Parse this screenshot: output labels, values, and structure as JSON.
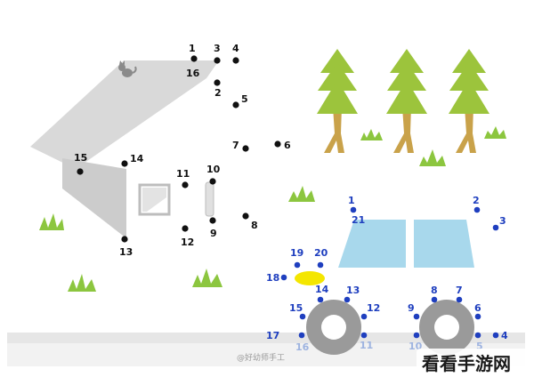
{
  "house": {
    "dot_labels": [
      "1",
      "3",
      "4",
      "16",
      "2",
      "5",
      "7",
      "6",
      "15",
      "14",
      "11",
      "10",
      "12",
      "9",
      "8",
      "13"
    ]
  },
  "car": {
    "dot_labels": [
      "1",
      "21",
      "2",
      "3",
      "19",
      "20",
      "18",
      "14",
      "13",
      "15",
      "12",
      "17",
      "16",
      "11",
      "8",
      "7",
      "9",
      "6",
      "10",
      "5",
      "4"
    ],
    "faint_labels": [
      "16",
      "11",
      "10",
      "5"
    ]
  },
  "decor": {
    "trees": [
      "tree",
      "tree",
      "tree"
    ],
    "icons": [
      "cat-icon",
      "grass-icon"
    ]
  },
  "colors": {
    "roof": "#d9d9d9",
    "wall_side": "#cfcfcf",
    "window_glass": "#a8d8ec",
    "headlight": "#f4e600",
    "tire": "#9a9a9a",
    "tree_leaf": "#9cc43c",
    "tree_trunk": "#c9a24a",
    "grass": "#8cc63f",
    "ground": "#e8e8e8"
  },
  "watermark": "@好幼师手工",
  "brand_logo": "看看手游网"
}
